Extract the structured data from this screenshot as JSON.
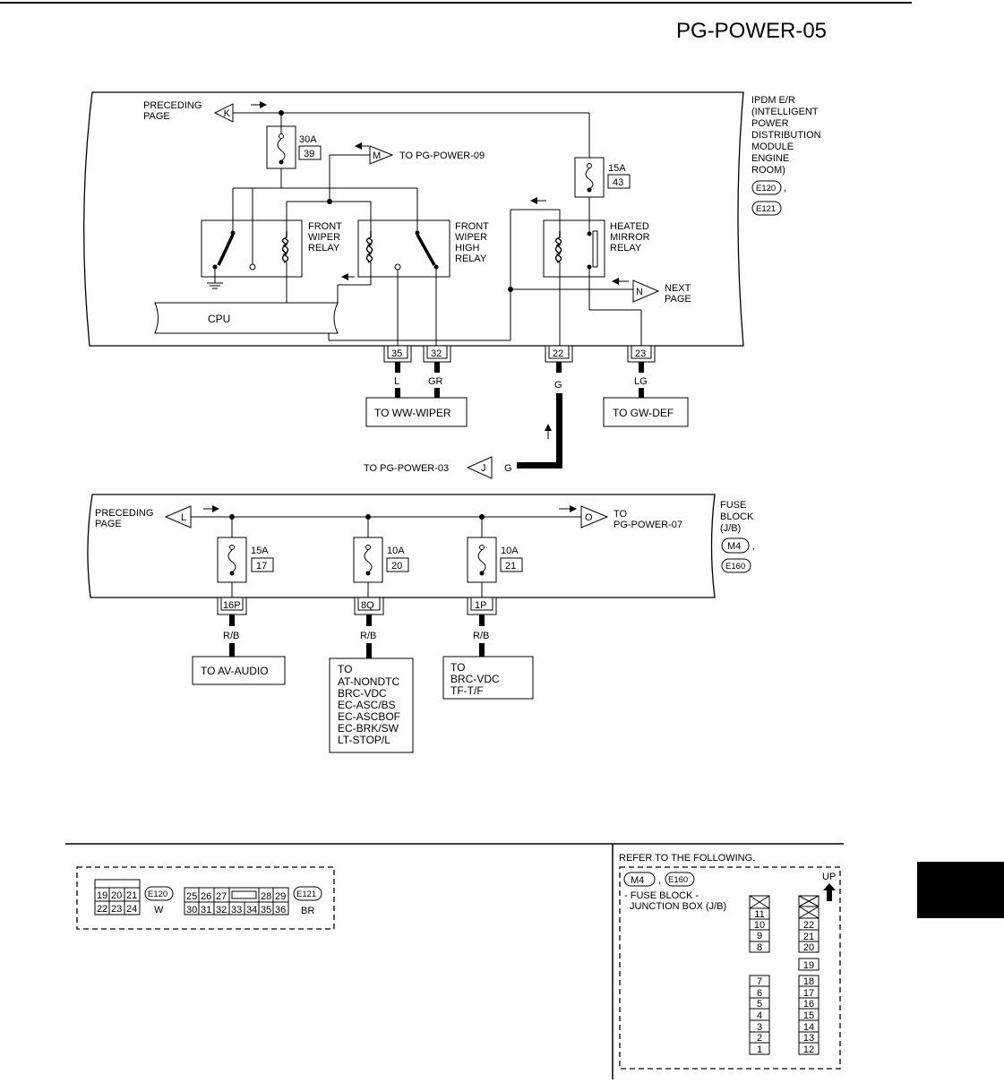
{
  "page_id": "PG-POWER-05",
  "ipdm": {
    "label_lines": [
      "IPDM E/R",
      "(INTELLIGENT",
      "POWER",
      "DISTRIBUTION",
      "MODULE",
      "ENGINE",
      "ROOM)"
    ],
    "connectors": [
      "E120",
      "E121"
    ],
    "preceding": {
      "text_lines": [
        "PRECEDING",
        "PAGE"
      ],
      "connector": "K"
    },
    "to_m": {
      "connector": "M",
      "text": "TO PG-POWER-09"
    },
    "next": {
      "connector": "N",
      "text_lines": [
        "NEXT",
        "PAGE"
      ]
    },
    "fuse_39": {
      "rating": "30A",
      "number": "39"
    },
    "fuse_43": {
      "rating": "15A",
      "number": "43"
    },
    "front_wiper_relay": [
      "FRONT",
      "WIPER",
      "RELAY"
    ],
    "front_wiper_high_relay": [
      "FRONT",
      "WIPER",
      "HIGH",
      "RELAY"
    ],
    "heated_mirror_relay": [
      "HEATED",
      "MIRROR",
      "RELAY"
    ],
    "cpu": "CPU",
    "terminals": [
      {
        "pin": "35",
        "wire": "L"
      },
      {
        "pin": "32",
        "wire": "GR"
      },
      {
        "pin": "22",
        "wire": "G"
      },
      {
        "pin": "23",
        "wire": "LG"
      }
    ],
    "to_ww_wiper": "TO WW-WIPER",
    "to_gw_def": "TO GW-DEF",
    "to_pg03": {
      "text": "TO PG-POWER-03",
      "connector": "J",
      "wire": "G"
    }
  },
  "fuse_block": {
    "label_lines": [
      "FUSE",
      "BLOCK",
      "(J/B)"
    ],
    "connectors": [
      "M4",
      "E160"
    ],
    "preceding": {
      "text_lines": [
        "PRECEDING",
        "PAGE"
      ],
      "connector": "L"
    },
    "to_o": {
      "connector": "O",
      "text_lines": [
        "TO",
        "PG-POWER-07"
      ]
    },
    "fuses": [
      {
        "rating": "15A",
        "number": "17",
        "pin": "16P",
        "wire": "R/B"
      },
      {
        "rating": "10A",
        "number": "20",
        "pin": "8Q",
        "wire": "R/B"
      },
      {
        "rating": "10A",
        "number": "21",
        "pin": "1P",
        "wire": "R/B"
      }
    ],
    "dest_av": "TO AV-AUDIO",
    "dest_8q": [
      "TO",
      "AT-NONDTC",
      "BRC-VDC",
      "EC-ASC/BS",
      "EC-ASCBOF",
      "EC-BRK/SW",
      "LT-STOP/L"
    ],
    "dest_1p": [
      "TO",
      "BRC-VDC",
      "TF-T/F"
    ]
  },
  "connector_views": {
    "e120": {
      "id": "E120",
      "color": "W",
      "row1": [
        "19",
        "20",
        "21"
      ],
      "row2": [
        "22",
        "23",
        "24"
      ]
    },
    "e121": {
      "id": "E121",
      "color": "BR",
      "row1": [
        "25",
        "26",
        "27",
        "28",
        "29"
      ],
      "row2": [
        "30",
        "31",
        "32",
        "33",
        "34",
        "35",
        "36"
      ]
    }
  },
  "reference": {
    "title": "REFER TO THE FOLLOWING.",
    "connectors": [
      "M4",
      "E160"
    ],
    "up": "UP",
    "desc_lines": [
      "- FUSE BLOCK -",
      "JUNCTION BOX (J/B)"
    ],
    "left_top": [
      "11",
      "10",
      "9",
      "8"
    ],
    "left_bottom": [
      "7",
      "6",
      "5",
      "4",
      "3",
      "2",
      "1"
    ],
    "right_top": [
      "22",
      "21",
      "20"
    ],
    "right_mid": "19",
    "right_bottom": [
      "18",
      "17",
      "16",
      "15",
      "14",
      "13",
      "12"
    ]
  }
}
